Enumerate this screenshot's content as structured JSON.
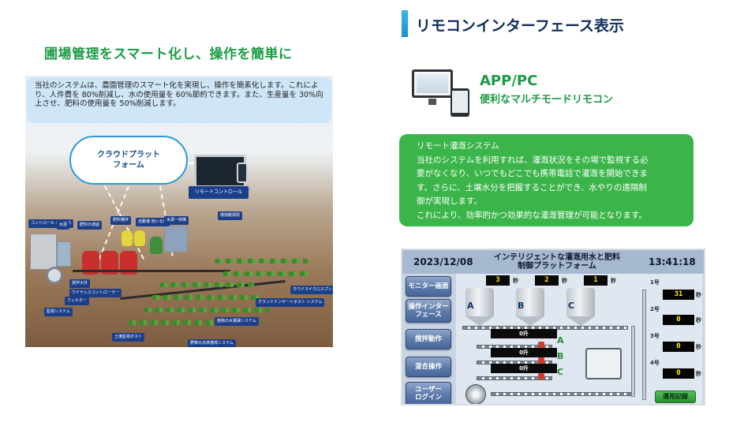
{
  "left": {
    "title": "圃場管理をスマート化し、操作を簡単に",
    "intro": "当社のシステムは、農園管理のスマート化を実現し、操作を簡素化します。これにより、人件費を 80%削減し、水の使用量を 60%節約できます。また、生産量を 30%向上させ、肥料の使用量を 50%削減します。",
    "cloud": "クラウドプラット\nフォーム",
    "remote_label": "リモートコントロール",
    "tags": [
      "コントロール\nボックス",
      "水源",
      "肥料の通過",
      "肥料攪拌",
      "自動灌\n流いる量",
      "水源一体機",
      "環境観測局",
      "撹拌大井",
      "ワイヤレスコントローラー",
      "フィルター",
      "監視システム",
      "土壌監視ポスト",
      "植物の水遣漏システム",
      "野菜の点滴灌漑システム",
      "グランドインサートボスト\nシステム",
      "カウドマイクロスプレー"
    ]
  },
  "right": {
    "title": "リモコンインターフェース表示",
    "app_title": "APP/PC",
    "app_subtitle": "便利なマルチモードリモコン",
    "box_lines": [
      "リモート灌漑システム",
      "当社のシステムを利用すれば、灌漑状況をその場で監視する必",
      "要がなくなり、いつでもどこでも携帯電話で灌漑を開始できま",
      "す。さらに、土壌水分を把握することができ、水やりの遠隔制",
      "御が実現します。",
      "これにより、効率的かつ効果的な灌漑管理が可能となります。"
    ]
  },
  "hmi": {
    "date": "2023/12/08",
    "title": "インテリジェントな灌漑用水と肥料\n制御プラットフォーム",
    "time": "13:41:18",
    "nav": [
      "モニター画面",
      "操作インター\nフェース",
      "撹拌動作",
      "混合操作",
      "ユーザー\nログイン"
    ],
    "timers": [
      "3",
      "2",
      "1"
    ],
    "timer_unit": "秒",
    "vessels": [
      "A",
      "B",
      "C"
    ],
    "levels": [
      "0升",
      "0升",
      "0升"
    ],
    "flow_labels": [
      "A",
      "B",
      "C"
    ],
    "zones": [
      {
        "label": "1号",
        "value": "31",
        "unit": "秒"
      },
      {
        "label": "2号",
        "value": "0",
        "unit": "秒"
      },
      {
        "label": "3号",
        "value": "0",
        "unit": "秒"
      },
      {
        "label": "4号",
        "value": "0",
        "unit": "秒"
      }
    ],
    "log_button": "運用記録"
  },
  "colors": {
    "green_title": "#1d9c46",
    "green_box": "#3bb54a",
    "navy_title": "#0f2e5c",
    "accent_blue": "#2a9bd6",
    "hmi_button": "#5b7aa9"
  }
}
